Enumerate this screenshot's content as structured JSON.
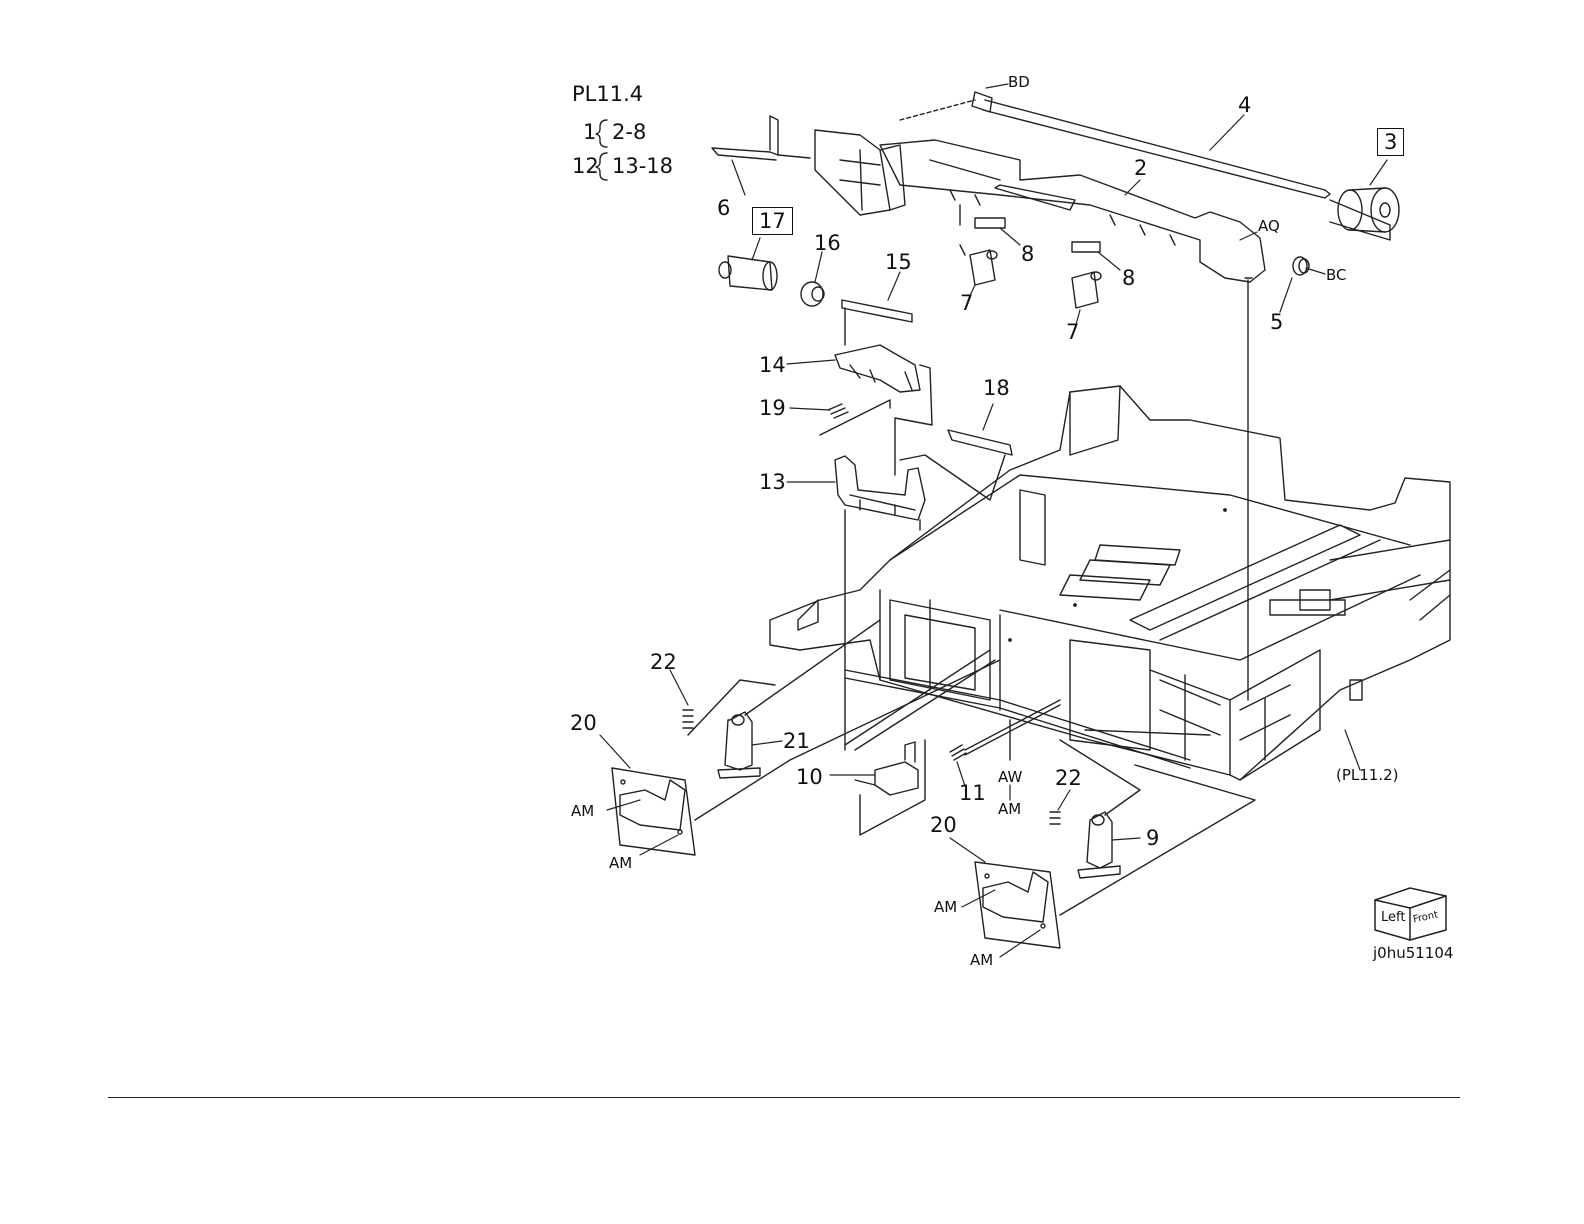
{
  "title": "PL11.4",
  "groups": [
    {
      "parent": "1",
      "children": "2-8"
    },
    {
      "parent": "12",
      "children": "13-18"
    }
  ],
  "callouts": {
    "n2": "2",
    "n3": "3",
    "n4": "4",
    "n5": "5",
    "n6": "6",
    "n7a": "7",
    "n7b": "7",
    "n8a": "8",
    "n8b": "8",
    "n9": "9",
    "n10": "10",
    "n11": "11",
    "n13": "13",
    "n14": "14",
    "n15": "15",
    "n16": "16",
    "n17": "17",
    "n18": "18",
    "n19": "19",
    "n20a": "20",
    "n20b": "20",
    "n21": "21",
    "n22a": "22",
    "n22b": "22"
  },
  "codes": {
    "bd": "BD",
    "bc": "BC",
    "aq": "AQ",
    "aw": "AW",
    "am_mid": "AM",
    "am1": "AM",
    "am2": "AM",
    "am3": "AM",
    "am4": "AM"
  },
  "reference": "(PL11.2)",
  "orientation": {
    "left": "Left",
    "front": "Front"
  },
  "figure_id": "j0hu51104"
}
